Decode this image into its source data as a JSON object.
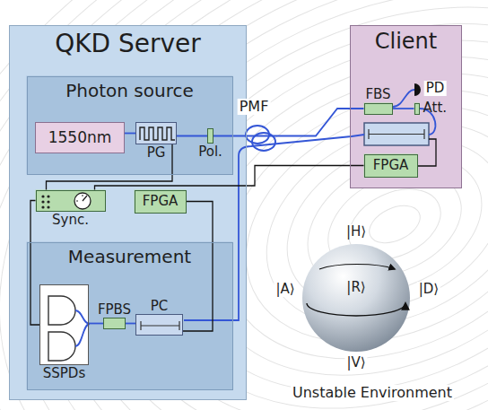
{
  "diagram": {
    "nodes": [
      {
        "text": [
          "QKD Server"
        ]
      },
      {
        "text": [
          "Photon source"
        ],
        "in": 0
      },
      {
        "text": [
          "1550nm"
        ],
        "in": 1
      },
      {
        "text": [
          "PG"
        ],
        "in": 1
      },
      {
        "text": [
          "Pol."
        ],
        "in": 1
      },
      {
        "text": [
          "Sync."
        ],
        "in": 0
      },
      {
        "text": [
          "FPGA"
        ],
        "in": 0
      },
      {
        "text": [
          "Measurement"
        ],
        "in": 0
      },
      {
        "text": [
          "SSPDs"
        ],
        "in": 7
      },
      {
        "text": [
          "FPBS"
        ],
        "in": 7
      },
      {
        "text": [
          "PC"
        ],
        "in": 7
      },
      {
        "text": [
          "Client"
        ]
      },
      {
        "text": [
          "FBS"
        ],
        "in": 11
      },
      {
        "text": [
          "Att."
        ],
        "in": 11
      },
      {
        "text": [
          "FPGA"
        ],
        "in": 11
      }
    ],
    "edges": [
      {
        "from": 2,
        "to": 3,
        "arrow": "none"
      },
      {
        "from": 3,
        "to": 4,
        "arrow": "none"
      },
      {
        "from": 4,
        "to": 12,
        "arrow": "none"
      },
      {
        "from": 10,
        "to": 9,
        "arrow": "none"
      },
      {
        "from": 9,
        "to": 8,
        "arrow": "none"
      },
      {
        "from": 6,
        "to": 10,
        "arrow": "none"
      },
      {
        "from": 5,
        "to": 8,
        "arrow": "none"
      },
      {
        "from": 5,
        "to": 3,
        "arrow": "none"
      },
      {
        "from": 14,
        "to": 5,
        "arrow": "none"
      },
      {
        "from": 12,
        "to": 13,
        "arrow": "none"
      }
    ],
    "labels": [
      "PMF",
      "PD",
      "|H⟩",
      "|A⟩",
      "|R⟩",
      "|D⟩",
      "|V⟩",
      "Unstable Environment"
    ]
  }
}
